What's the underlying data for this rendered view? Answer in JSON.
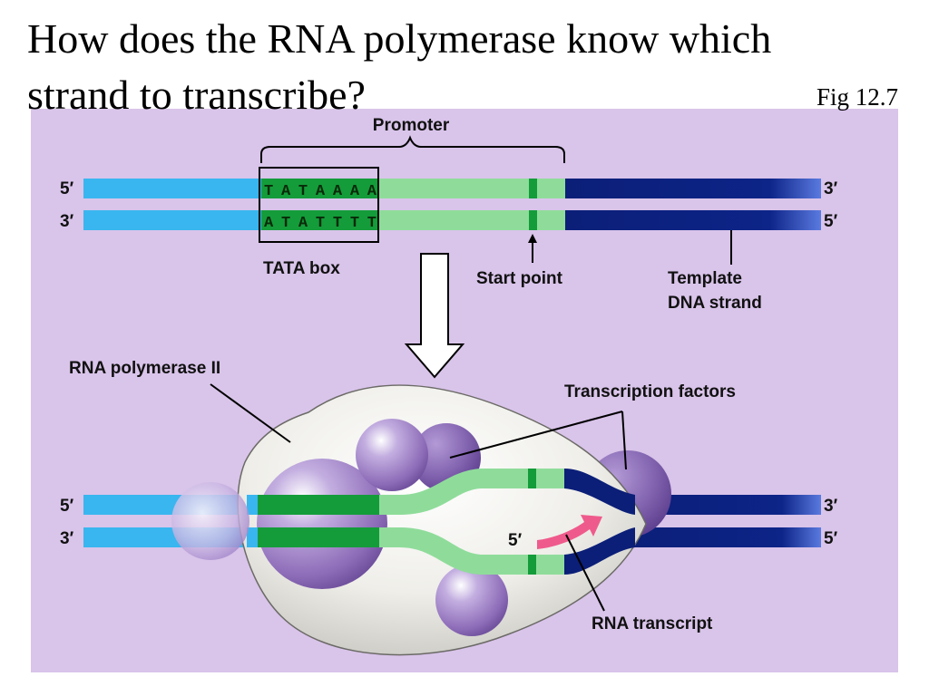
{
  "slide": {
    "title": "How does the RNA polymerase know which strand to transcribe?",
    "figure_ref": "Fig 12.7"
  },
  "diagram": {
    "promoter_label": "Promoter",
    "tata_box_label": "TATA box",
    "top_strand_sequence": "TATAAAA",
    "bottom_strand_sequence": "ATATTTT",
    "start_point_label": "Start point",
    "template_label_line1": "Template",
    "template_label_line2": "DNA strand",
    "rna_polymerase_label": "RNA polymerase II",
    "transcription_factors_label": "Transcription factors",
    "rna_transcript_label": "RNA transcript",
    "end_labels": {
      "upper_top_left": "5′",
      "upper_bottom_left": "3′",
      "upper_top_right": "3′",
      "upper_bottom_right": "5′",
      "lower_top_left": "5′",
      "lower_bottom_left": "3′",
      "lower_top_right": "3′",
      "lower_bottom_right": "5′",
      "transcript_end": "5′"
    },
    "colors": {
      "background": "#d9c4ea",
      "outer_dna": "#39b6ef",
      "promoter_region": "#8fdc9a",
      "tata_box": "#149c3a",
      "template_region": "#0b1f78",
      "polymerase_body": "#ecebe6",
      "protein_purple": "#8d6cb8",
      "rna_transcript": "#ef5a8c"
    }
  }
}
